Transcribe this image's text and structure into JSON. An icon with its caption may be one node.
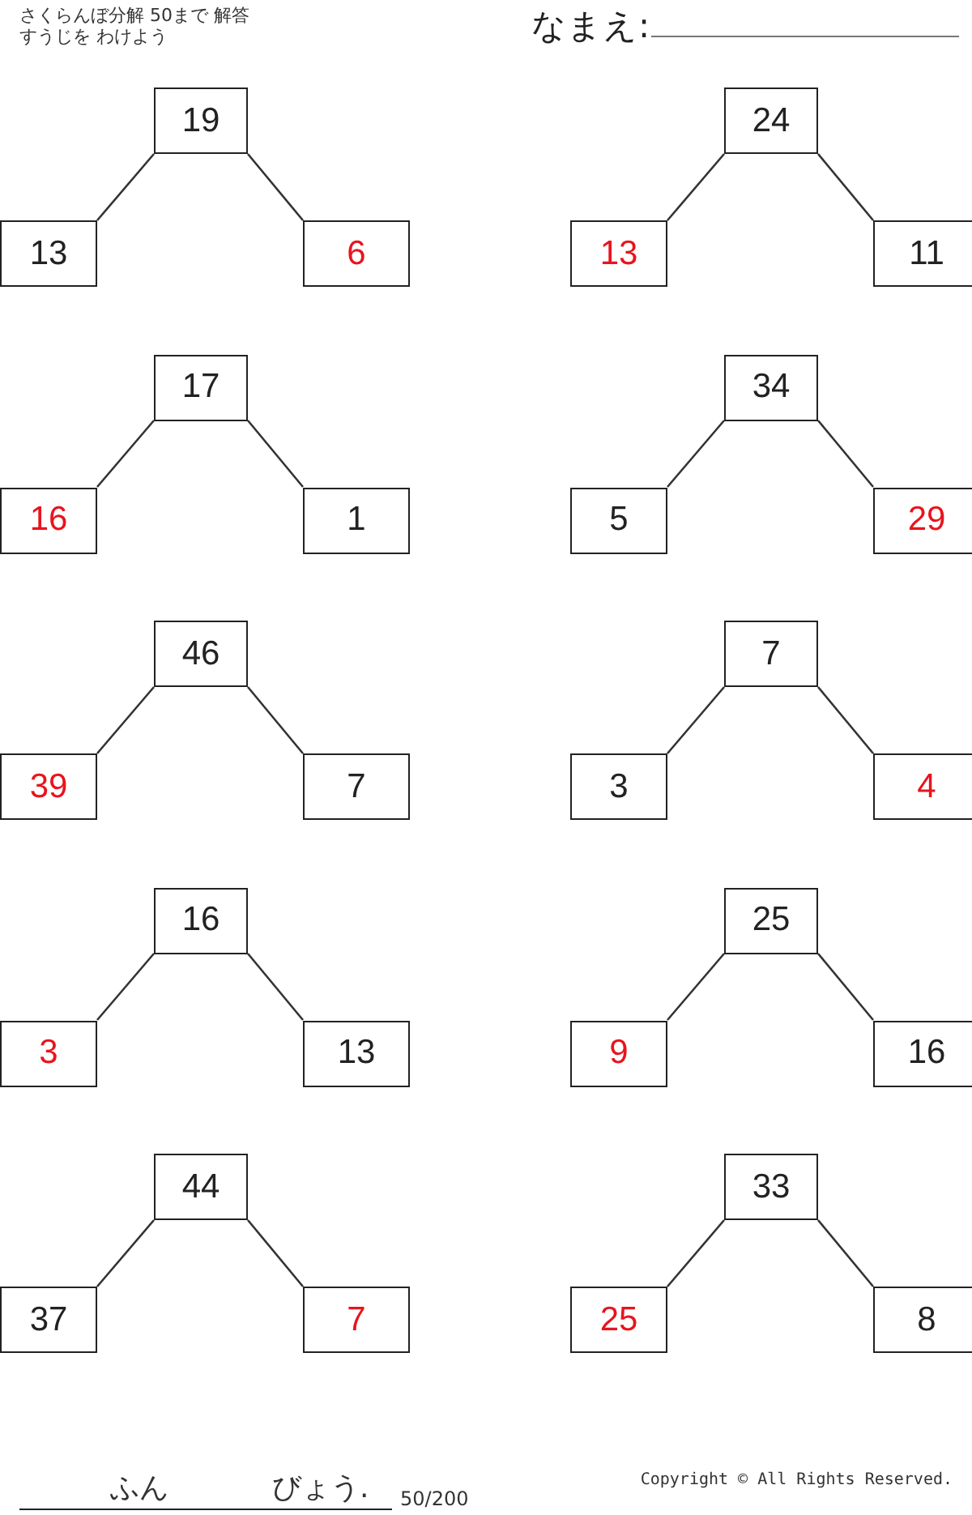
{
  "diagram": {
    "nodes": [
      {
        "text": [
          "19"
        ]
      },
      {
        "text": [
          "13"
        ]
      },
      {
        "text": [
          "6"
        ]
      },
      {
        "text": [
          "24"
        ]
      },
      {
        "text": [
          "13"
        ]
      },
      {
        "text": [
          "11"
        ]
      },
      {
        "text": [
          "17"
        ]
      },
      {
        "text": [
          "16"
        ]
      },
      {
        "text": [
          "1"
        ]
      },
      {
        "text": [
          "34"
        ]
      },
      {
        "text": [
          "5"
        ]
      },
      {
        "text": [
          "29"
        ]
      },
      {
        "text": [
          "46"
        ]
      },
      {
        "text": [
          "39"
        ]
      },
      {
        "text": [
          "7"
        ]
      },
      {
        "text": [
          "7"
        ]
      },
      {
        "text": [
          "3"
        ]
      },
      {
        "text": [
          "4"
        ]
      },
      {
        "text": [
          "16"
        ]
      },
      {
        "text": [
          "3"
        ]
      },
      {
        "text": [
          "13"
        ]
      },
      {
        "text": [
          "25"
        ]
      },
      {
        "text": [
          "9"
        ]
      },
      {
        "text": [
          "16"
        ]
      },
      {
        "text": [
          "44"
        ]
      },
      {
        "text": [
          "37"
        ]
      },
      {
        "text": [
          "7"
        ]
      },
      {
        "text": [
          "33"
        ]
      },
      {
        "text": [
          "25"
        ]
      },
      {
        "text": [
          "8"
        ]
      }
    ],
    "edges": [
      {
        "from": 0,
        "to": 1,
        "arrow": "none"
      },
      {
        "from": 0,
        "to": 2,
        "arrow": "none"
      },
      {
        "from": 3,
        "to": 4,
        "arrow": "none"
      },
      {
        "from": 3,
        "to": 5,
        "arrow": "none"
      },
      {
        "from": 6,
        "to": 7,
        "arrow": "none"
      },
      {
        "from": 6,
        "to": 8,
        "arrow": "none"
      },
      {
        "from": 9,
        "to": 10,
        "arrow": "none"
      },
      {
        "from": 9,
        "to": 11,
        "arrow": "none"
      },
      {
        "from": 12,
        "to": 13,
        "arrow": "none"
      },
      {
        "from": 12,
        "to": 14,
        "arrow": "none"
      },
      {
        "from": 15,
        "to": 16,
        "arrow": "none"
      },
      {
        "from": 15,
        "to": 17,
        "arrow": "none"
      },
      {
        "from": 18,
        "to": 19,
        "arrow": "none"
      },
      {
        "from": 18,
        "to": 20,
        "arrow": "none"
      },
      {
        "from": 21,
        "to": 22,
        "arrow": "none"
      },
      {
        "from": 21,
        "to": 23,
        "arrow": "none"
      },
      {
        "from": 24,
        "to": 25,
        "arrow": "none"
      },
      {
        "from": 24,
        "to": 26,
        "arrow": "none"
      },
      {
        "from": 27,
        "to": 28,
        "arrow": "none"
      },
      {
        "from": 27,
        "to": 29,
        "arrow": "none"
      }
    ],
    "labels": [
      "さくらんぼ分解 50まで 解答",
      "すうじを わけよう",
      "なまえ:",
      "ふん",
      "びょう.",
      "50/200",
      "Copyright © All Rights Reserved."
    ]
  }
}
